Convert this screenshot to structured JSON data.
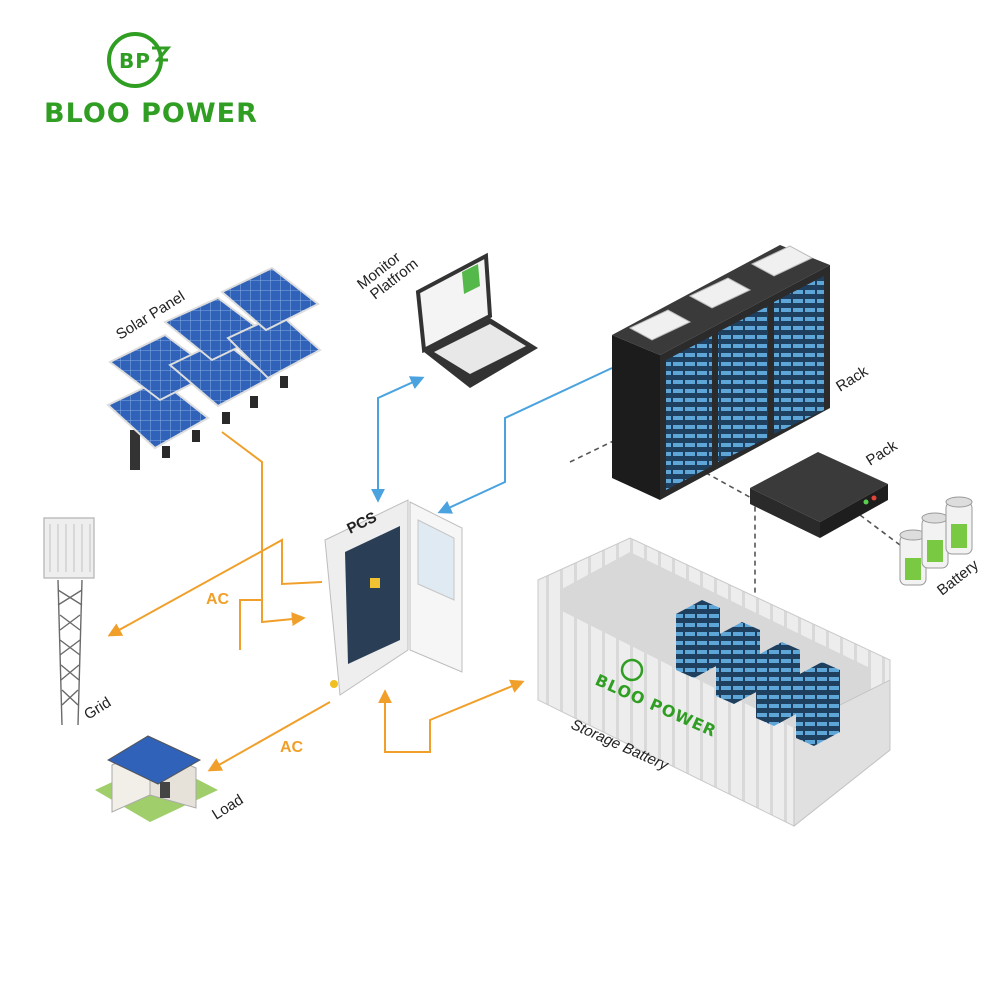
{
  "brand": {
    "logo_letters": "BP",
    "name": "BLOO POWER",
    "accent_color": "#2f9e23"
  },
  "labels": {
    "solar_panel": "Solar Panel",
    "monitor_line1": "Monitor",
    "monitor_line2": "Platfrom",
    "rack": "Rack",
    "pack": "Pack",
    "battery": "Battery",
    "pcs": "PCS",
    "grid": "Grid",
    "load": "Load",
    "storage_battery": "Storage Battery",
    "ac_grid": "AC",
    "ac_load": "AC"
  },
  "container_brand": "BLOO POWER",
  "colors": {
    "ac_flow": "#f0a02a",
    "data_flow": "#4aa3df",
    "dashed_link": "#555555",
    "rack_body": "#2b2b2b",
    "solar_cell": "#2f62b8"
  }
}
